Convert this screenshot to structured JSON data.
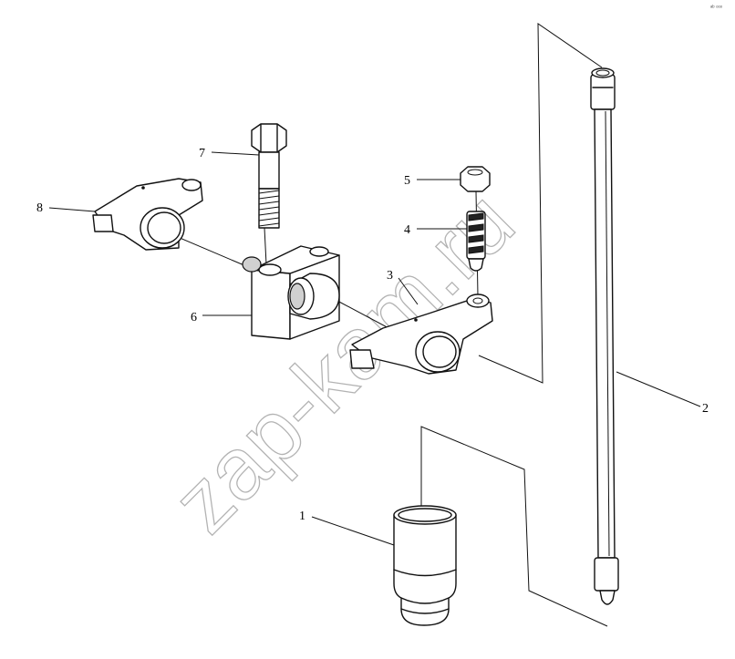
{
  "labels": {
    "p1": "1",
    "p2": "2",
    "p3": "3",
    "p4": "4",
    "p5": "5",
    "p6": "6",
    "p7": "7",
    "p8": "8"
  },
  "watermark": "zap-kam.ru",
  "corner_mark": "ᵃᵇ ᵒᵒᵒ"
}
